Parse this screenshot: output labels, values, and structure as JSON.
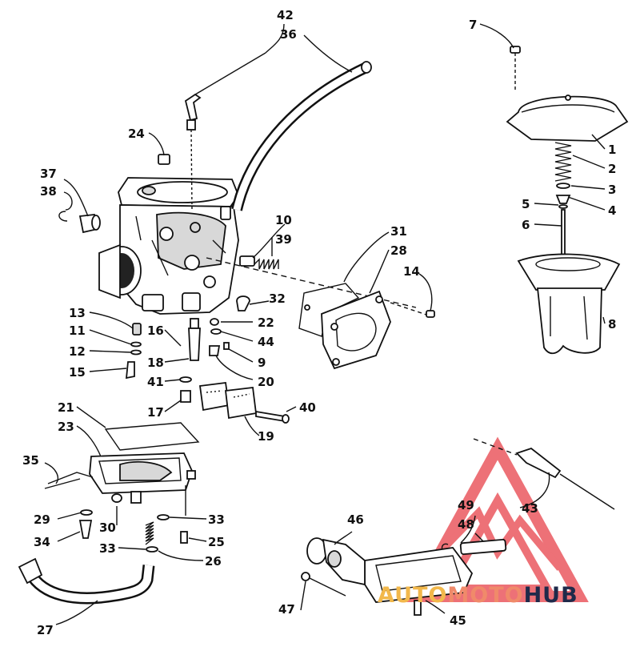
{
  "watermark": {
    "part1": "AUTO",
    "part2": "MOTO",
    "part3": "HUB",
    "color_auto": "#f2b84b",
    "color_moto": "#f08a6a",
    "color_hub": "#1f2a4a",
    "logo_color": "#e8424a"
  },
  "labels": {
    "l1": "1",
    "l2": "2",
    "l3": "3",
    "l4": "4",
    "l5": "5",
    "l6": "6",
    "l7": "7",
    "l8": "8",
    "l9": "9",
    "l10": "10",
    "l11": "11",
    "l12": "12",
    "l13": "13",
    "l14": "14",
    "l15": "15",
    "l16": "16",
    "l17": "17",
    "l18": "18",
    "l19": "19",
    "l20": "20",
    "l21": "21",
    "l22": "22",
    "l23": "23",
    "l24": "24",
    "l25": "25",
    "l26": "26",
    "l27": "27",
    "l28": "28",
    "l29": "29",
    "l30": "30",
    "l31": "31",
    "l32": "32",
    "l33a": "33",
    "l33b": "33",
    "l34": "34",
    "l35": "35",
    "l36": "36",
    "l37": "37",
    "l38": "38",
    "l39": "39",
    "l40": "40",
    "l41": "41",
    "l42": "42",
    "l43": "43",
    "l44": "44",
    "l45": "45",
    "l46": "46",
    "l47": "47",
    "l48": "48",
    "l49": "49"
  }
}
